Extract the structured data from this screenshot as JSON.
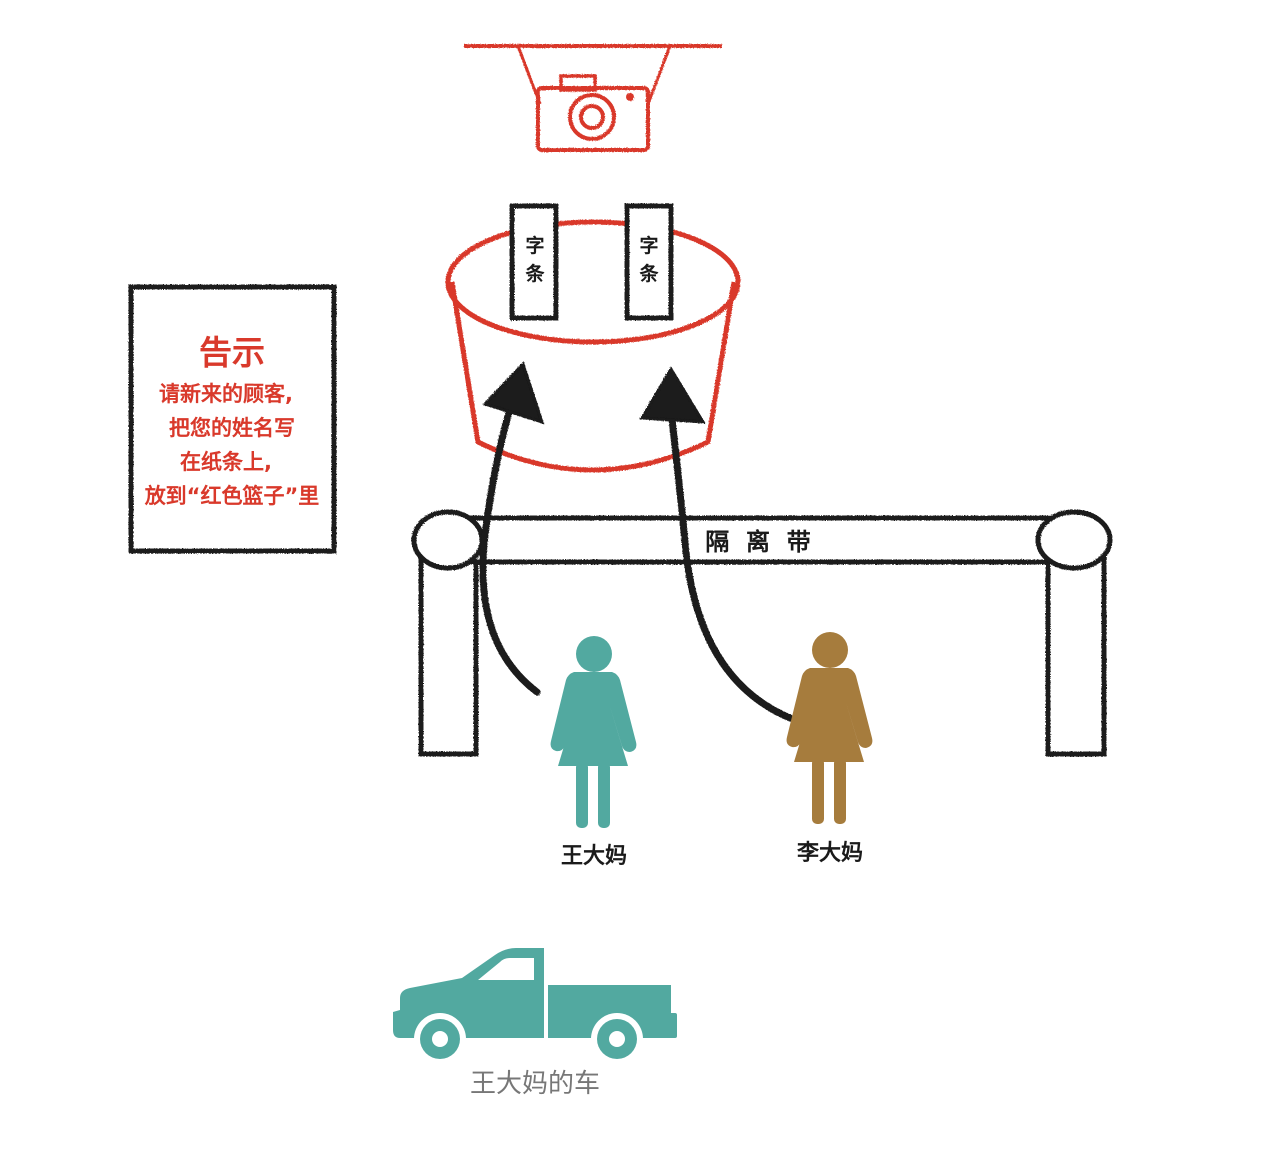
{
  "colors": {
    "red": "#d9392b",
    "ink": "#1a1a1a",
    "teal": "#52a9a0",
    "gold": "#a67c3d",
    "caption_gray": "#777777"
  },
  "notice": {
    "title": "告示",
    "lines": [
      "请新来的顾客,",
      "把您的姓名写",
      "在纸条上,",
      "放到“红色篮子”里"
    ]
  },
  "slips": [
    {
      "line1": "字",
      "line2": "条"
    },
    {
      "line1": "字",
      "line2": "条"
    }
  ],
  "barrier_label": "隔  离  带",
  "people": [
    {
      "name": "王大妈",
      "color": "teal"
    },
    {
      "name": "李大妈",
      "color": "gold"
    }
  ],
  "truck_caption": "王大妈的车",
  "icons": [
    "camera-icon",
    "woman-icon",
    "pickup-truck-icon",
    "up-arrow-icon"
  ]
}
